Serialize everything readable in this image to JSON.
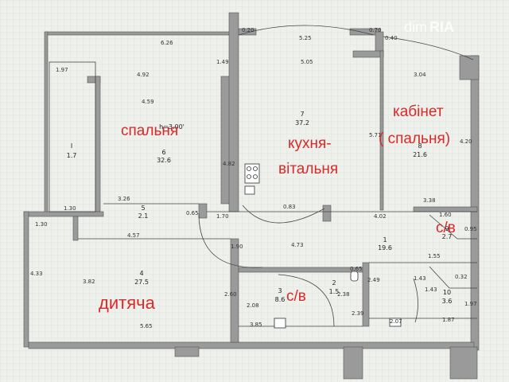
{
  "watermark": {
    "text": "dim",
    "brand": "RIA"
  },
  "room_labels": {
    "bedroom": "спальня",
    "kitchen_line1": "кухня-",
    "kitchen_line2": "вітальня",
    "office_line1": "кабінет",
    "office_line2": "( спальня)",
    "children": "дитяча",
    "bath_left": "с/в",
    "bath_right": "с/в"
  },
  "rooms": {
    "r1": {
      "num": "1",
      "area": "19.6"
    },
    "r2": {
      "num": "2",
      "area": "1.5"
    },
    "r3": {
      "num": "3",
      "area": "8.6"
    },
    "r4": {
      "num": "4",
      "area": "27.5"
    },
    "r5": {
      "num": "5",
      "area": "2.1"
    },
    "r6": {
      "num": "6",
      "area": "32.6"
    },
    "r7": {
      "num": "7",
      "area": "37.2"
    },
    "r8": {
      "num": "8",
      "area": "21.6"
    },
    "r9": {
      "num": "9",
      "area": "2.7"
    },
    "r10": {
      "num": "10",
      "area": "3.6"
    },
    "r11": {
      "num": "I",
      "area": "1.7"
    }
  },
  "ceiling_height": "h=3.00'",
  "dims": {
    "d626": "6.26",
    "d492": "4.92",
    "d459": "4.59",
    "d149": "1.49",
    "d197": "1.97",
    "d130a": "1.30",
    "d130b": "1.30",
    "d326": "3.26",
    "d065": "0.65",
    "d170": "1.70",
    "d482": "4.82",
    "d020": "0.20",
    "d525": "5.25",
    "d505": "5.05",
    "d070": "0.70",
    "d040": "0.40",
    "d304": "3.04",
    "d571": "5.71",
    "d420": "4.20",
    "d083": "0.83",
    "d402": "4.02",
    "d338": "3.38",
    "d160": "1.60",
    "d457": "4.57",
    "d190": "1.90",
    "d473": "4.73",
    "d382": "3.82",
    "d260": "2.60",
    "d433": "4.33",
    "d565": "5.65",
    "d385": "3.85",
    "d208": "2.08",
    "d238": "2.38",
    "d249": "2.49",
    "d065b": "0.65",
    "d239": "2.39",
    "d207": "2.07",
    "d187": "1.87",
    "d197b": "1.97",
    "d032": "0.32",
    "d143a": "1.43",
    "d143b": "1.43",
    "d155": "1.55",
    "d095": "0.95"
  }
}
